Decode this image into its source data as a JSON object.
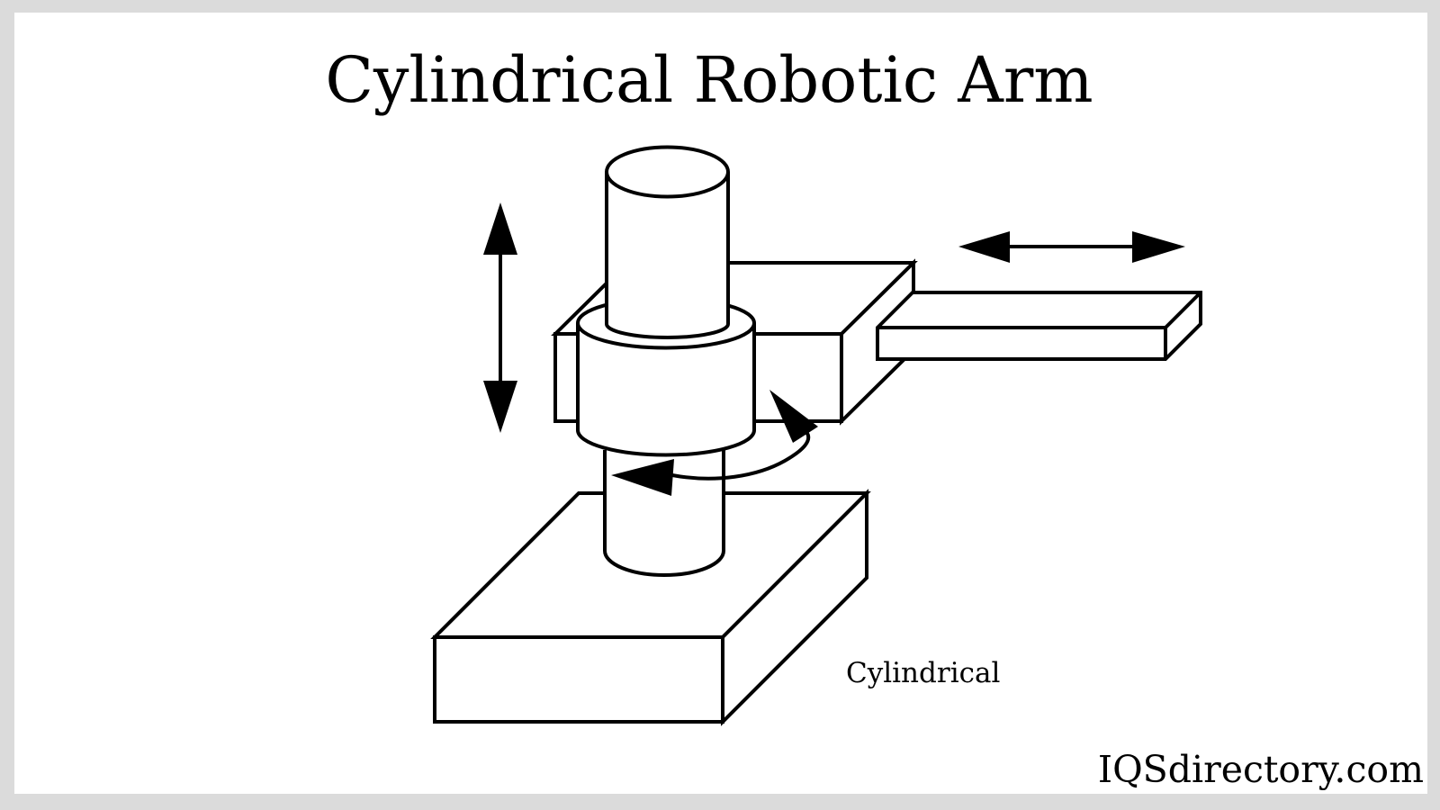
{
  "page": {
    "frame_color": "#dbdbdb",
    "canvas_color": "#ffffff",
    "ink_color": "#000000"
  },
  "header": {
    "title": "Cylindrical Robotic Arm"
  },
  "figure": {
    "caption_label": "Cylindrical",
    "watermark": "IQSdirectory.com",
    "icons": [
      "vertical-double-arrow-icon",
      "horizontal-double-arrow-icon",
      "rotation-arrow-icon"
    ]
  }
}
